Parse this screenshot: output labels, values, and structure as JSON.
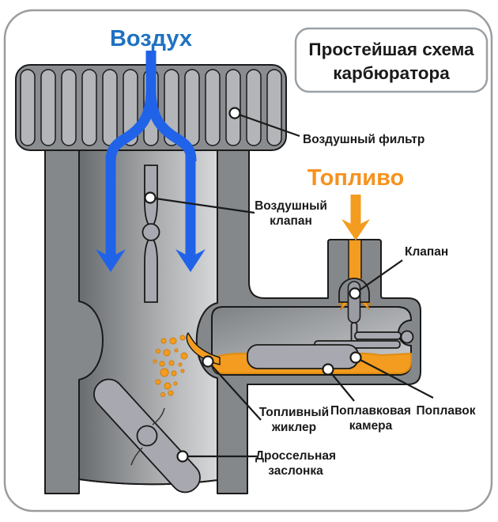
{
  "title": {
    "line1": "Простейшая схема",
    "line2": "карбюратора"
  },
  "flows": {
    "air": "Воздух",
    "fuel": "Топливо"
  },
  "labels": {
    "air_filter": "Воздушный фильтр",
    "air_valve": {
      "line1": "Воздушный",
      "line2": "клапан"
    },
    "valve": "Клапан",
    "fuel_jet": {
      "line1": "Топливный",
      "line2": "жиклер"
    },
    "float_chamber": {
      "line1": "Поплавковая",
      "line2": "камера"
    },
    "float": "Поплавок",
    "throttle": {
      "line1": "Дроссельная",
      "line2": "заслонка"
    }
  },
  "colors": {
    "air_text": "#1f72c2",
    "air_arrow": "#2063e8",
    "fuel_orange": "#f39c1f",
    "fuel_text": "#f6921e",
    "fuel_outline": "#e08d12",
    "metal_dark": "#85888b",
    "metal_light": "#a8a8b0",
    "outline": "#1a1a1a",
    "frame_border": "#9c9c9c"
  }
}
